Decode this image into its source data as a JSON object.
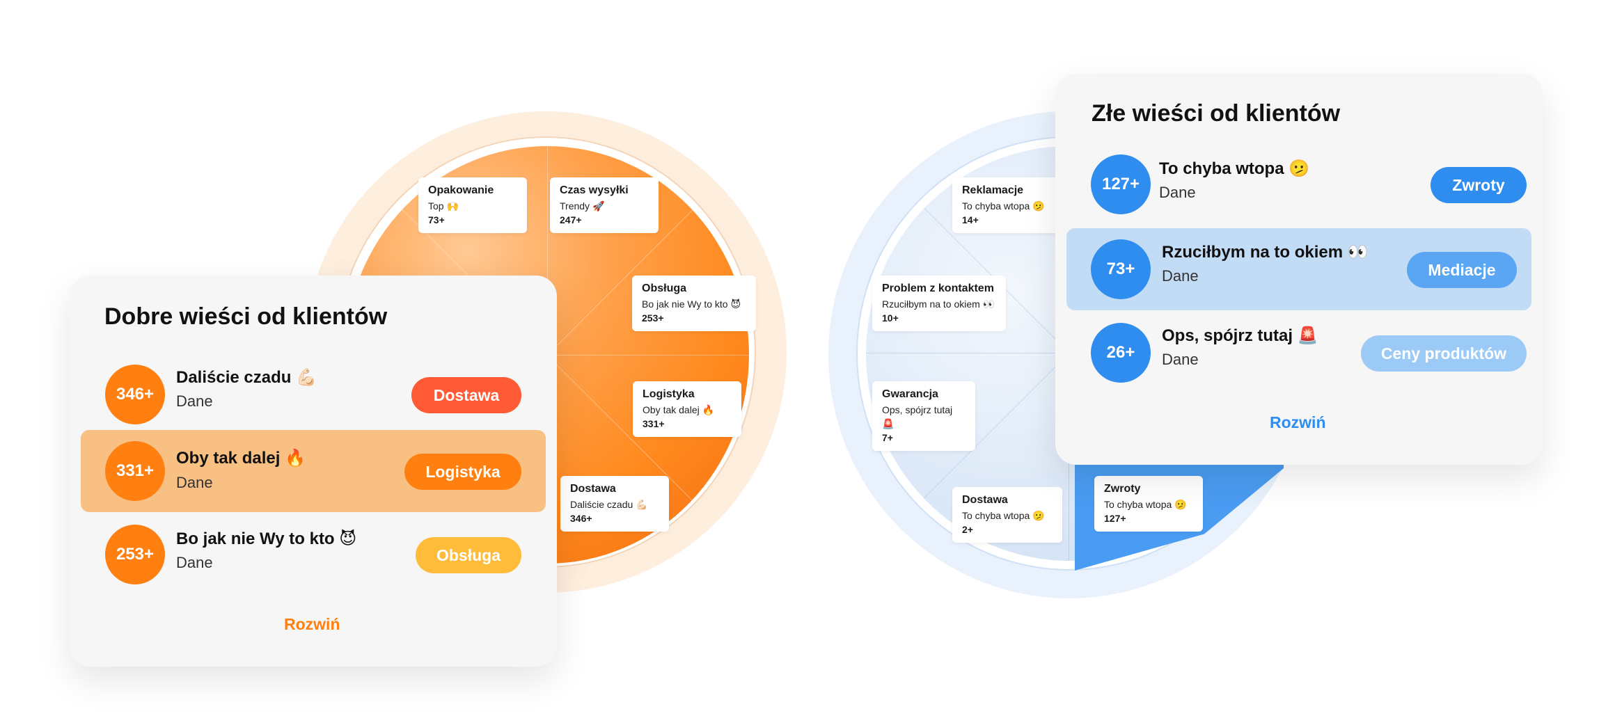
{
  "good": {
    "title": "Dobre wieści od klientów",
    "items": [
      {
        "count": "346+",
        "text": "Daliście czadu 💪🏻",
        "sub": "Dane",
        "tag": "Dostawa"
      },
      {
        "count": "331+",
        "text": "Oby tak dalej 🔥",
        "sub": "Dane",
        "tag": "Logistyka"
      },
      {
        "count": "253+",
        "text": "Bo jak nie Wy to kto 😈",
        "sub": "Dane",
        "tag": "Obsługa"
      }
    ],
    "more": "Rozwiń",
    "wheel": [
      {
        "title": "Opakowanie",
        "sub": "Top 🙌",
        "num": "73+"
      },
      {
        "title": "Czas wysyłki",
        "sub": "Trendy 🚀",
        "num": "247+"
      },
      {
        "title": "Obsługa",
        "sub": "Bo jak nie Wy to kto 😈",
        "num": "253+"
      },
      {
        "title": "Logistyka",
        "sub": "Oby tak dalej 🔥",
        "num": "331+"
      },
      {
        "title": "Dostawa",
        "sub": "Daliście czadu 💪🏻",
        "num": "346+"
      }
    ]
  },
  "bad": {
    "title": "Złe wieści od klientów",
    "items": [
      {
        "count": "127+",
        "text": "To chyba wtopa 🫤",
        "sub": "Dane",
        "tag": "Zwroty"
      },
      {
        "count": "73+",
        "text": "Rzuciłbym na to okiem 👀",
        "sub": "Dane",
        "tag": "Mediacje"
      },
      {
        "count": "26+",
        "text": "Ops, spójrz tutaj 🚨",
        "sub": "Dane",
        "tag": "Ceny produktów"
      }
    ],
    "more": "Rozwiń",
    "wheel": [
      {
        "title": "Reklamacje",
        "sub": "To chyba wtopa 🫤",
        "num": "14+"
      },
      {
        "title": "Problem z kontaktem",
        "sub": "Rzuciłbym na to okiem 👀",
        "num": "10+"
      },
      {
        "title": "Gwarancja",
        "sub": "Ops, spójrz tutaj 🚨",
        "num": "7+"
      },
      {
        "title": "Dostawa",
        "sub": "To chyba wtopa 🫤",
        "num": "2+"
      },
      {
        "title": "Zwroty",
        "sub": "To chyba wtopa 🫤",
        "num": "127+"
      }
    ]
  },
  "colors": {
    "orange": "#ff7f10",
    "red_tag": "#ff5a36",
    "yellow_tag": "#ffbb3a",
    "blue": "#2f8df0",
    "blue_light": "#5aa6f2",
    "blue_lighter": "#9ccaf6"
  }
}
